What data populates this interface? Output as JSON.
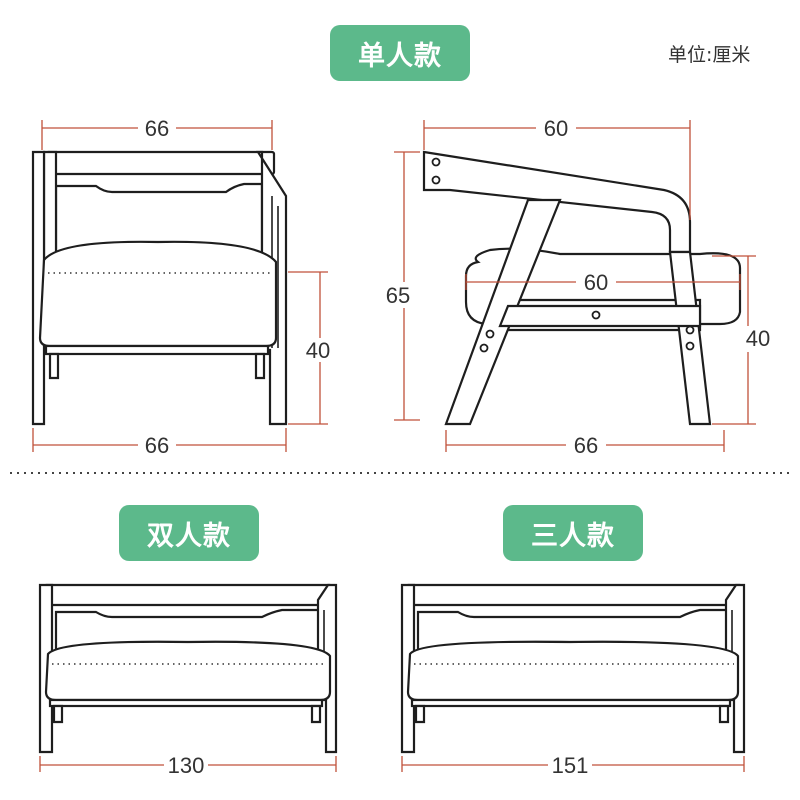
{
  "badges": {
    "single": "单人款",
    "double": "双人款",
    "triple": "三人款"
  },
  "unit_label": "单位:厘米",
  "dimensions": {
    "single_front_top_width": "66",
    "single_front_bottom_width": "66",
    "single_front_seat_height": "40",
    "single_side_top_depth": "60",
    "single_side_total_height": "65",
    "single_side_seat_depth": "60",
    "single_side_seat_height": "40",
    "single_side_bottom_depth": "66",
    "double_width": "130",
    "triple_width": "151"
  },
  "colors": {
    "badge": "#5cb98b",
    "dimension_line": "#c0513a",
    "outline": "#1e1e1e"
  }
}
